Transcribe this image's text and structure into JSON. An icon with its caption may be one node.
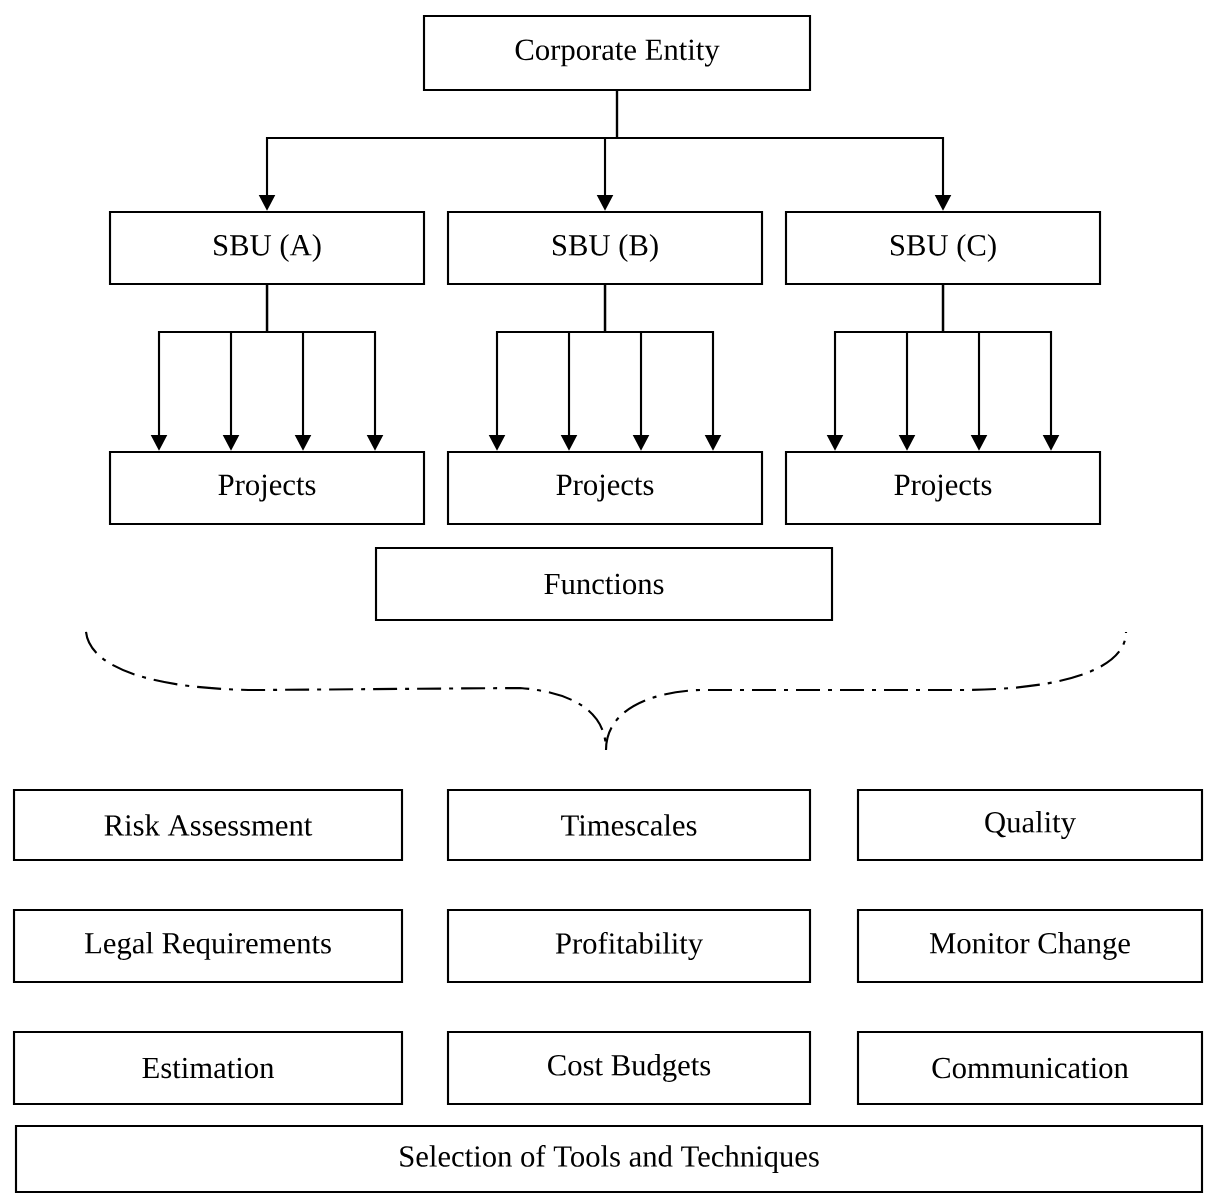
{
  "diagram": {
    "nodes": [
      {
        "text": [
          "Corporate Entity"
        ]
      },
      {
        "text": [
          "SBU (A)"
        ]
      },
      {
        "text": [
          "SBU (B)"
        ]
      },
      {
        "text": [
          "SBU (C)"
        ]
      },
      {
        "text": [
          "Projects"
        ]
      },
      {
        "text": [
          "Projects"
        ]
      },
      {
        "text": [
          "Projects"
        ]
      },
      {
        "text": [
          "Functions"
        ]
      },
      {
        "text": [
          "Risk Assessment"
        ]
      },
      {
        "text": [
          "Timescales"
        ]
      },
      {
        "text": [
          "Quality"
        ]
      },
      {
        "text": [
          "Legal Requirements"
        ]
      },
      {
        "text": [
          "Profitability"
        ]
      },
      {
        "text": [
          "Monitor Change"
        ]
      },
      {
        "text": [
          "Estimation"
        ]
      },
      {
        "text": [
          "Cost Budgets"
        ]
      },
      {
        "text": [
          "Communication"
        ]
      },
      {
        "text": [
          "Selection of Tools and Techniques"
        ]
      }
    ],
    "edges": [
      {
        "from": 0,
        "to": 1,
        "arrow": "to"
      },
      {
        "from": 0,
        "to": 2,
        "arrow": "to"
      },
      {
        "from": 0,
        "to": 3,
        "arrow": "to"
      },
      {
        "from": 1,
        "to": 4,
        "arrow": "to"
      },
      {
        "from": 1,
        "to": 4,
        "arrow": "to"
      },
      {
        "from": 1,
        "to": 4,
        "arrow": "to"
      },
      {
        "from": 1,
        "to": 4,
        "arrow": "to"
      },
      {
        "from": 2,
        "to": 5,
        "arrow": "to"
      },
      {
        "from": 2,
        "to": 5,
        "arrow": "to"
      },
      {
        "from": 2,
        "to": 5,
        "arrow": "to"
      },
      {
        "from": 2,
        "to": 5,
        "arrow": "to"
      },
      {
        "from": 3,
        "to": 6,
        "arrow": "to"
      },
      {
        "from": 3,
        "to": 6,
        "arrow": "to"
      },
      {
        "from": 3,
        "to": 6,
        "arrow": "to"
      },
      {
        "from": 3,
        "to": 6,
        "arrow": "to"
      }
    ]
  }
}
